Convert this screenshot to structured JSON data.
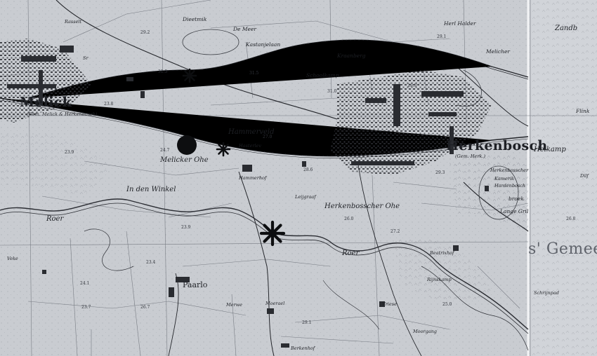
{
  "map": {
    "colors": {
      "paper": "#c9ccd1",
      "ink": "#1e2025",
      "faded_ink": "#5f636b",
      "right_sheet": "#d1d4d9"
    },
    "markers": [
      {
        "name": "asterisk-marker-north",
        "symbol": "asterisk"
      },
      {
        "name": "asterisk-marker-middle",
        "symbol": "asterisk"
      },
      {
        "name": "asterisk-marker-large",
        "symbol": "asterisk"
      },
      {
        "name": "filled-circle-marker",
        "symbol": "circle"
      }
    ],
    "labels": {
      "melick": "Melick",
      "melick_sub": "(Gem. Melick & Herkenbosch)",
      "herkenbosch": "Herkenbosch",
      "herkenbosch_sub": "(Gem. Herk.)",
      "paarlo": "Paarlo",
      "gemeente_partial": "s' Gemee",
      "hammerveld": "Hammerveld",
      "melicker_ohe": "Melicker Ohe",
      "herkenbosscher_ohe": "Herkenbosscher Ohe",
      "in_den_winkel": "In den Winkel",
      "roer_west": "Roer",
      "roer_east": "Roer",
      "de_meer": "De Meer",
      "kastanjelaan": "Kastanjelaan",
      "kraanberg": "Kraanberg",
      "schoolkamp": "Schoolkamp",
      "dieetmik": "Dieetmik",
      "heer_halder": "Herl Halder",
      "melicher": "Melicher",
      "zandb": "Zandb",
      "flink": "Flink",
      "heikamp": "Heikamp",
      "herkenbosscher_broek_1": "Herkenbosscher",
      "herkenbosscher_broek_2": "Kamerik",
      "herkenbosscher_broek_3": "Hardenbosch",
      "broek": "broek",
      "lange_gril": "Lange Gril",
      "bosserhof": "Beatrixhof",
      "rijnskamp": "Rijnskamp",
      "hammerhof": "Hammerhof",
      "hasterlev": "Hasterlev",
      "leijgraaf": "Leijgraaf",
      "berkenhof": "Berkenhof",
      "vriese": "Vriese",
      "moerael": "Moerael",
      "merwe": "Merwe",
      "weke": "Veke",
      "rasselt": "Rasselt",
      "sr": "Sr",
      "schrijnpad": "Schrijnpad",
      "moorgang": "Moorgang",
      "dilf": "Dilf"
    },
    "elevations": [
      "29.2",
      "29.1",
      "31.5",
      "31.5",
      "23.8",
      "24.7",
      "23.9",
      "27.0",
      "28.6",
      "31.0",
      "29.3",
      "29.3",
      "26.0",
      "27.2",
      "23.4",
      "23.9",
      "24.1",
      "25.0",
      "29.1",
      "26.7",
      "23.7",
      "26.8"
    ]
  }
}
